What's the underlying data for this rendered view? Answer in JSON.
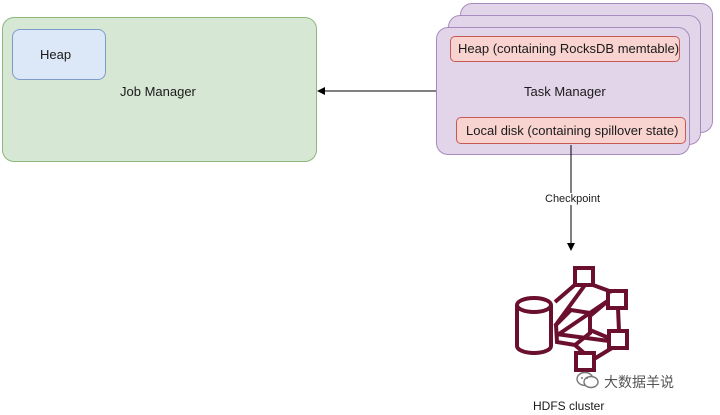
{
  "job_manager": {
    "title": "Job Manager",
    "heap": "Heap"
  },
  "task_manager": {
    "title": "Task Manager",
    "heap": "Heap (containing RocksDB memtable)",
    "local_disk": "Local disk (containing spillover state)"
  },
  "edges": {
    "checkpoint": "Checkpoint"
  },
  "hdfs": {
    "label": "HDFS cluster"
  },
  "watermark": {
    "text": "大数据羊说"
  },
  "colors": {
    "job_manager_fill": "#d6e8d3",
    "heap_fill": "#dce7f7",
    "task_manager_fill": "#e2d5ea",
    "pill_fill": "#f8d3d0",
    "hdfs_icon": "#6b0f2e"
  }
}
